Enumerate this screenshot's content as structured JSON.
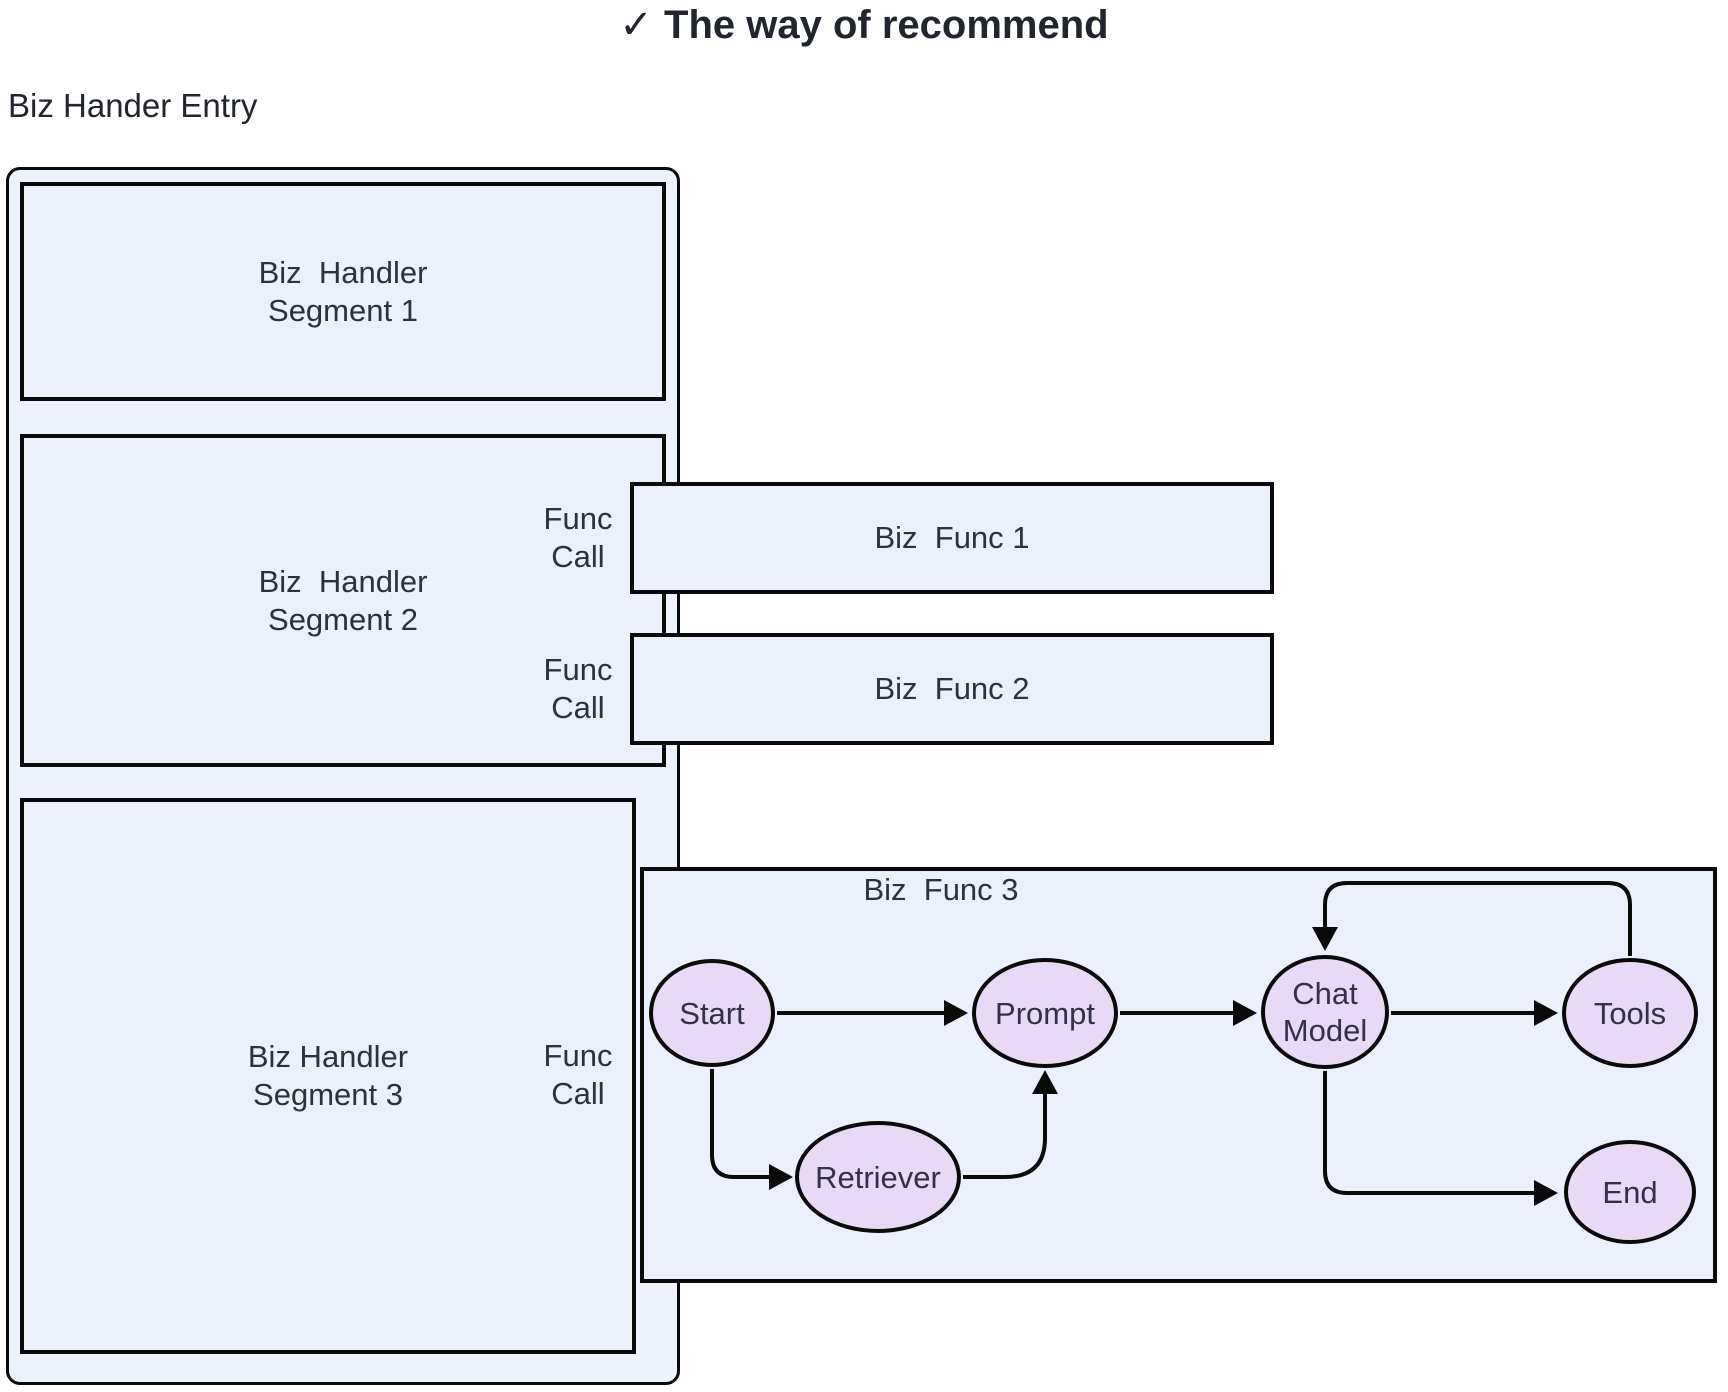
{
  "title": "✓ The way of recommend",
  "entry_label": "Biz Hander Entry",
  "container": {
    "segments": [
      {
        "id": "segment-1",
        "label": "Biz  Handler\nSegment 1"
      },
      {
        "id": "segment-2",
        "label": "Biz  Handler\nSegment 2"
      },
      {
        "id": "segment-3",
        "label": "Biz Handler\nSegment 3"
      }
    ]
  },
  "func_calls": [
    {
      "label": "Func\nCall"
    },
    {
      "label": "Func\nCall"
    },
    {
      "label": "Func\nCall"
    }
  ],
  "biz_funcs": [
    {
      "id": "biz-func-1",
      "label": "Biz  Func 1"
    },
    {
      "id": "biz-func-2",
      "label": "Biz  Func 2"
    },
    {
      "id": "biz-func-3",
      "label": "Biz  Func 3"
    }
  ],
  "flowchart": {
    "nodes": [
      {
        "id": "start",
        "label": "Start"
      },
      {
        "id": "prompt",
        "label": "Prompt"
      },
      {
        "id": "chat-model",
        "label": "Chat\nModel"
      },
      {
        "id": "tools",
        "label": "Tools"
      },
      {
        "id": "retriever",
        "label": "Retriever"
      },
      {
        "id": "end",
        "label": "End"
      }
    ],
    "edges": [
      {
        "from": "start",
        "to": "prompt"
      },
      {
        "from": "prompt",
        "to": "chat-model"
      },
      {
        "from": "chat-model",
        "to": "tools"
      },
      {
        "from": "tools",
        "to": "chat-model"
      },
      {
        "from": "start",
        "to": "retriever"
      },
      {
        "from": "retriever",
        "to": "prompt"
      },
      {
        "from": "chat-model",
        "to": "end"
      }
    ]
  },
  "colors": {
    "canvas_bg": "#ffffff",
    "container_fill": "#eef2fc",
    "box_fill": "#ebf0fa",
    "node_fill": "#e8d9f4",
    "border": "#0a0a0a",
    "box_text": "#2b313d",
    "node_text": "#33304a",
    "title_text": "#21252d"
  }
}
